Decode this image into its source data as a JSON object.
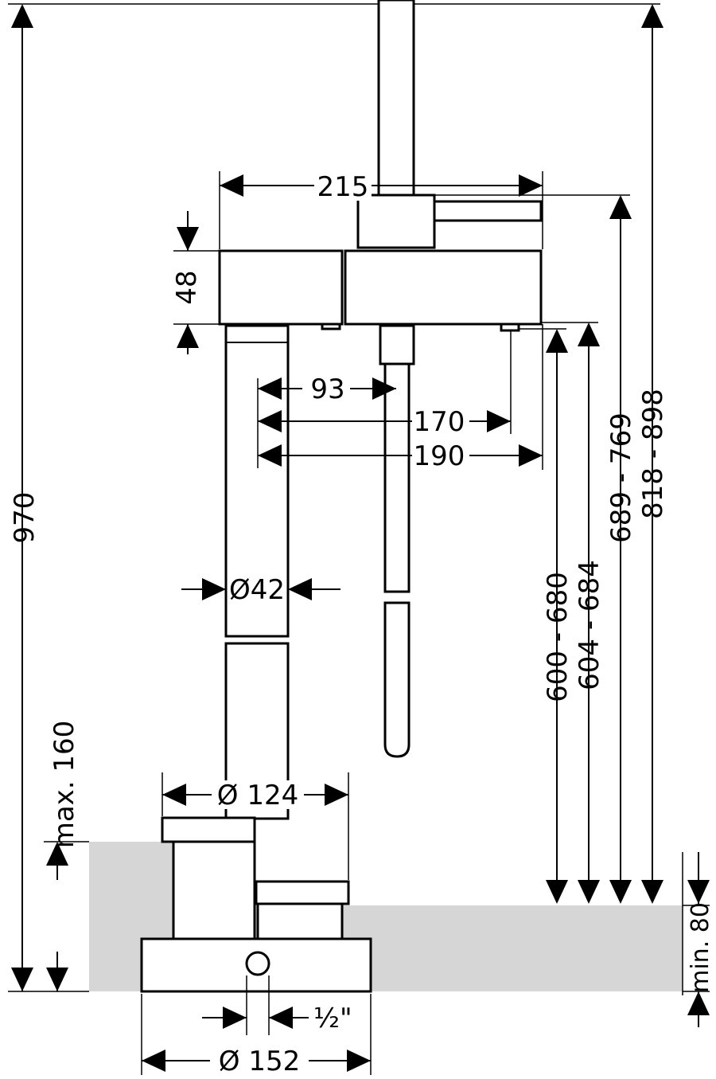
{
  "dimensions": {
    "width_215": "215",
    "height_48": "48",
    "spout_93": "93",
    "spout_170": "170",
    "spout_190": "190",
    "diameter_42": "Ø42",
    "height_970": "970",
    "height_600_680": "600 - 680",
    "height_604_684": "604 - 684",
    "height_689_769": "689 - 769",
    "height_818_898": "818 - 898",
    "max_160": "max. 160",
    "diameter_124": "Ø 124",
    "half_inch": "½\"",
    "diameter_152": "Ø 152",
    "min_80": "min. 80"
  },
  "colors": {
    "floor": "#d6d6d6",
    "line": "#000000"
  }
}
